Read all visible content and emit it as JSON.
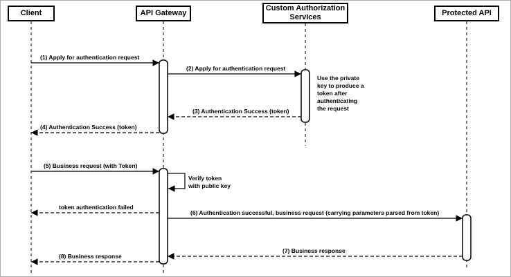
{
  "diagram": {
    "type": "uml-sequence",
    "participants": [
      {
        "id": "client",
        "name": "Client"
      },
      {
        "id": "api-gateway",
        "name": "API Gateway"
      },
      {
        "id": "custom-authorization-services",
        "name": "Custom Authorization\nServices"
      },
      {
        "id": "protected-api",
        "name": "Protected API"
      }
    ],
    "messages": [
      {
        "from": "Client",
        "to": "API Gateway",
        "style": "solid",
        "label": "(1) Apply for authentication request"
      },
      {
        "from": "API Gateway",
        "to": "Custom Authorization Services",
        "style": "solid",
        "label": "(2) Apply for authentication request"
      },
      {
        "from": "Custom Authorization Services",
        "to": "API Gateway",
        "style": "dashed",
        "label": "(3) Authentication Success (token)"
      },
      {
        "from": "API Gateway",
        "to": "Client",
        "style": "dashed",
        "label": "(4) Authentication Success (token)"
      },
      {
        "from": "Client",
        "to": "API Gateway",
        "style": "solid",
        "label": "(5) Business request (with Token)"
      },
      {
        "from": "API Gateway",
        "to": "API Gateway",
        "style": "self",
        "label": "Verify token\nwith public key"
      },
      {
        "from": "API Gateway",
        "to": "Client",
        "style": "dashed",
        "label": "token authentication failed"
      },
      {
        "from": "API Gateway",
        "to": "Protected API",
        "style": "solid",
        "label": "(6) Authentication successful, business request (carrying parameters parsed from token)"
      },
      {
        "from": "Protected API",
        "to": "API Gateway",
        "style": "dashed",
        "label": "(7) Business response"
      },
      {
        "from": "API Gateway",
        "to": "Client",
        "style": "dashed",
        "label": "(8) Business response"
      }
    ],
    "note": "Use the private\nkey to produce a\ntoken after\nauthenticating\nthe request",
    "colors": {
      "stroke": "#000000",
      "background": "#ffffff"
    }
  }
}
